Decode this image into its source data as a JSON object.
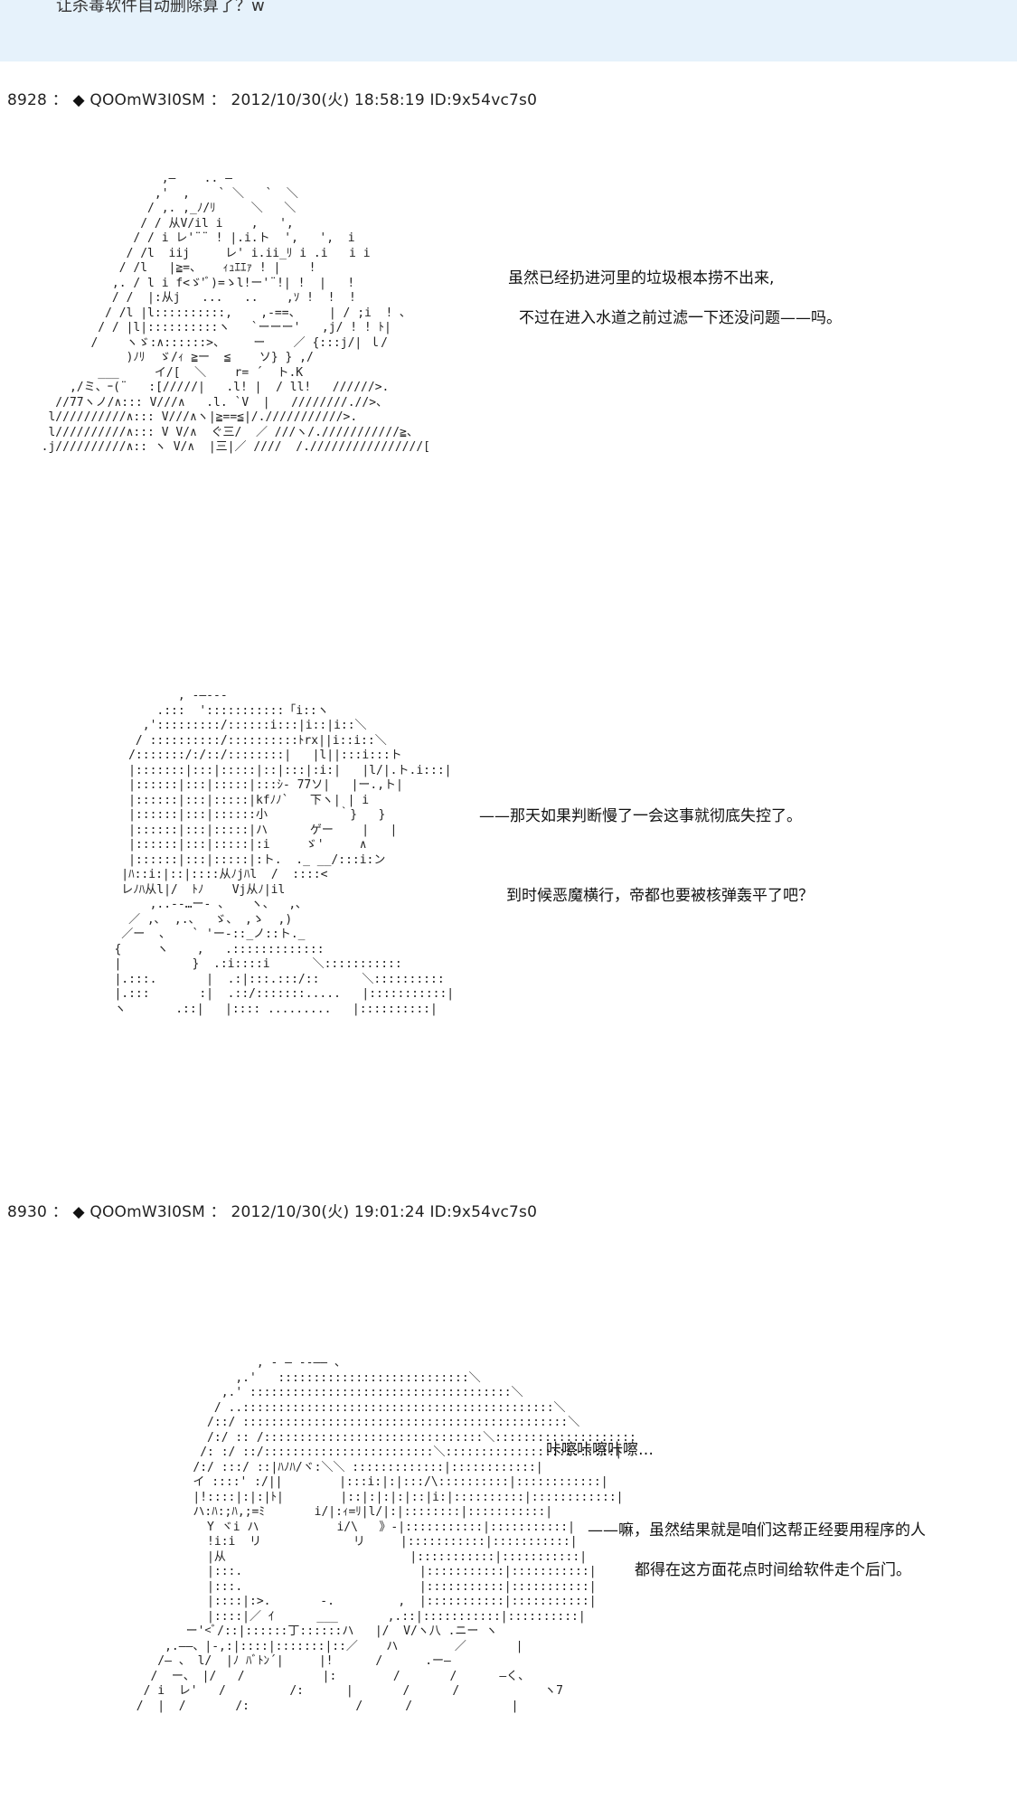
{
  "top_banner": {
    "text": "让杀毒软件自动删除算了？w"
  },
  "posts": [
    {
      "header": {
        "number": "8928",
        "sep": "：",
        "diamond": "◆",
        "trip": "QOOmW3I0SM",
        "sep2": "：",
        "datetime": "2012/10/30(火) 18:58:19",
        "id": "ID:9x54vc7s0"
      },
      "art": [
        "                   ,—    .. —\n                  ,'  ,    ` ＼   `  ＼\n                 / ,. ,_ﾉ/ﾘ     ＼   ＼\n                / / 从V/il i    ,   ',\n               / / i レ'¨¨ ! |.i.ト  ',   ',  i\n              / /l  iij     レ' i.ii_ﾘ i .i   i i\n             / /l   |≧=、   ｨｭｴｴｧ ! |    !\n            ,. / l i f<ゞ'ﾞ)=ゝl!ー'¨!| !  |   !\n            / /  |:从j   ...   ..    ,ｿ !  !  !\n           / /l |l::::::::::,    ,-==、    | / ;i  ! ､\n          / / |l|::::::::::ヽ   `ーーー'   ,j/ ! ! ﾄ|\n         /    ヽゞ:∧::::::>、    ー    ／ {:::j/| ｌ/\n              )ﾉﾘ  ゞ/ｨ ≧ー  ≦    ソ} } ,/\n          ___     イ/[  ＼    r= ´  ト.K\n      ,/ミ、ｰ(¨   :[/////|   .l! |  / ll!   //////>.\n    //77ヽノ/∧::: V///∧   .l. `V  |   ////////.//>、\n   l//////////∧::: V///∧ヽ|≧==≦|/.///////////>.\n   l//////////∧::: V V/∧  ぐ三/  ／ ///ヽ/.///////////≧、\n  .j//////////∧:: ヽ V/∧  |三|／ ////  /.////////////////["
      ],
      "lines": [
        "虽然已经扔进河里的垃圾根本捞不出来,",
        "不过在进入水道之前过滤一下还没问题——吗。"
      ]
    },
    {
      "art": [
        "                  , -―‐‐-\n               .:::  ':::::::::::「i::ヽ\n             ,':::::::::/::::::i:::|i::|i::＼\n            / ::::::::::/::::::::::ﾄrx||i::i::＼\n           /:::::::/:/::/::::::::|   |l||:::i:::ト\n           |:::::::|:::|:::::|::|:::|:i:|   |l/|.ト.i:::|\n           |::::::|:::|:::::|:::ｼ‐ 77ソ|   |ー.,ト|\n           |::::::|:::|:::::|kfﾉﾉ`   下ヽ| | i\n           |::::::|:::|::::::小          ｀}   }\n           |::::::|:::|:::::|ハ      ゲー    |   |\n           |::::::|:::|:::::|:i     ゞ'     ∧\n           |::::::|:::|:::::|:ト.  ._ __/:::i:ン\n          |ﾊ::i:|::|::::从ﾉjﾊl  /  ::::<\n          レﾉﾊ从l|/  ﾄﾉ    Vj从ﾉ|il\n              ,..-‐…ー- 、   ヽ、  ,､\n           ／ ,､  ,.、  ゞ、 ,ゝ  ,)\n          ／ー  、   ` 'ー-::_ノ::ト._\n         {     ヽ    ,   .:::::::::::::\n         |          }  .:i::::i      ＼:::::::::::\n         |.:::.       |  .:|:::.:::/::      ＼::::::::::\n         |.:::       :|  .::/:::::::.....   |:::::::::::|\n         ヽ       .::|   |:::: .........   |::::::::::|"
      ],
      "lines": [
        "——那天如果判断慢了一会这事就彻底失控了。",
        "到时候恶魔横行，帝都也要被核弹轰平了吧？"
      ]
    },
    {
      "header": {
        "number": "8930",
        "sep": "：",
        "diamond": "◆",
        "trip": "QOOmW3I0SM",
        "sep2": "：",
        "datetime": "2012/10/30(火) 19:01:24",
        "id": "ID:9x54vc7s0"
      },
      "art": [
        "                        , - ― -‐―― 、\n                     ,.'   :::::::::::::::::::::::::::＼\n                   ,.' :::::::::::::::::::::::::::::::::::::＼\n                  / ..::::::::::::::::::::::::::::::::::::::::::::＼\n                 /::/ ::::::::::::::::::::::::::::::::::::::::::::::＼\n                 /:/ :: /:::::::::::::::::::::::::::::::＼::::::::::::::::::::\n                /: :/ ::/::::::::::::::::::::::::＼::::::::::::::::::::::::|\n               /:/ :::/ ::|ﾊﾉﾊ/ヾ:＼＼ :::::::::::::|::::::::::::|\n               イ ::::' :/||        |:::i:|:|:::/\\::::::::::|::::::::::::|\n               |!::::|:|:|ﾄ|        |::|:|:|:|::|i:|::::::::::|::::::::::::|\n               ハ:ﾊ:;ﾊ,;=ﾐ       i/|:ｨ=ﾘ|l/|:|::::::::|:::::::::::|\n                 Y ヾi ハ           i/\\   》-|:::::::::::|:::::::::::|\n                 !i:i  リ             リ     |:::::::::::|:::::::::::|\n                 |从                          |:::::::::::|:::::::::::|\n                 |:::.                         |:::::::::::|:::::::::::|\n                 |:::.                         |:::::::::::|:::::::::::|\n                 |::::|:>.       -.         ,  |:::::::::::|:::::::::::|\n                 |::::|／ ｲ      ___       ,.::|:::::::::::|::::::::::|\n              ー'<ﾞ/::|::::::丁::::::ハ   |/  V/ヽ八 .ニー ヽ\n           ,.――、|‐,:|::::|:::::::|::／    ハ        ／       |\n          /― 、 l/  |ﾉ ﾊﾞﾄﾝ´|     |!      /      .ー―\n         /  ー、 |/   /           |:        /       /      ―く、\n        / i  レ'   /         /:      |       /      /            ヽ7\n       /  |  /       /:               /      /              |"
      ],
      "lines": [
        "咔嚓咔嚓咔嚓…",
        "——嘛，虽然结果就是咱们这帮正经要用程序的人",
        "都得在这方面花点时间给软件走个后门。"
      ]
    }
  ]
}
